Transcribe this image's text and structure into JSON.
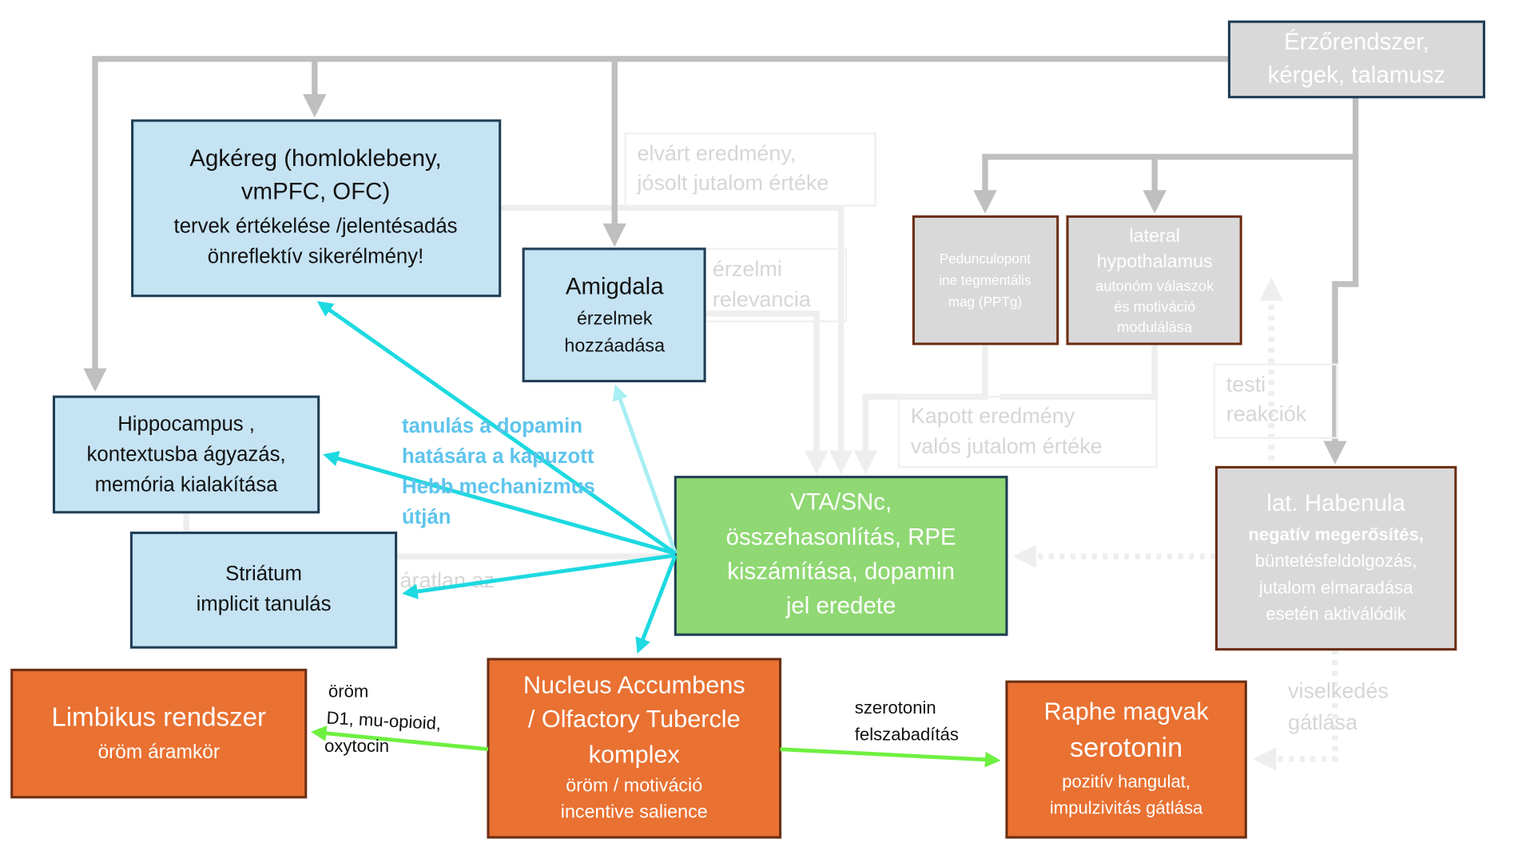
{
  "colors": {
    "cortex_box": "#c5e3f3",
    "vta_box": "#8fd873",
    "orange_box": "#e97132",
    "gray_box": "#d9d9d9",
    "cyan_arrow": "#1dd9e0",
    "green_arrow": "#6ef040",
    "gray_arrow": "#bfbfbf",
    "learning_label": "#5ec4ec"
  },
  "nodes": {
    "sensory": [
      "Érzőrendszer,",
      "kérgek, talamusz"
    ],
    "cortex": [
      "Agkéreg (homloklebeny,",
      "vmPFC, OFC)",
      "tervek értékelése /jelentésadás",
      "önreflektív sikerélmény!"
    ],
    "amygdala": [
      "Amigdala",
      "érzelmek",
      "hozzáadása"
    ],
    "hippocampus": [
      "Hippocampus ,",
      "kontextusba ágyazás,",
      "memória kialakítása"
    ],
    "striatum": [
      "Striátum",
      "implicit tanulás"
    ],
    "vta": [
      "VTA/SNc,",
      "összehasonlítás, RPE",
      "kiszámítása, dopamin",
      "jel eredete"
    ],
    "pptg": [
      "Pedunculopont",
      "ine tegmentális",
      "mag (PPTg)"
    ],
    "hypothalamus": [
      "lateral",
      "hypothalamus",
      "autonóm válaszok",
      "és motiváció",
      "modulálása"
    ],
    "habenula": [
      "lat. Habenula",
      "negatív megerősítés,",
      "büntetésfeldolgozás,",
      "jutalom elmaradása",
      "esetén aktiválódik"
    ],
    "limbic": [
      "Limbikus rendszer",
      "öröm áramkör"
    ],
    "nacc": [
      "Nucleus Accumbens",
      "/ Olfactory Tubercle",
      "komplex",
      "öröm / motiváció",
      "incentive salience"
    ],
    "raphe": [
      "Raphe magvak",
      "serotonin",
      "pozitív hangulat,",
      "impulzivitás gátlása"
    ]
  },
  "faint_labels": {
    "expected": [
      "elvárt eredmény,",
      "jósolt jutalom értéke"
    ],
    "emotional": [
      "érzelmi",
      "relevancia"
    ],
    "received": [
      "Kapott eredmény",
      "valós jutalom értéke"
    ],
    "bodily": [
      "testi",
      "reakciók"
    ],
    "behavior": [
      "viselkedés",
      "gátlása"
    ],
    "unexpected": "áratlan az"
  },
  "edge_labels": {
    "learning": [
      "tanulás a dopamin",
      "hatására a kapuzott",
      "Hebb mechanizmus",
      "útján"
    ],
    "pleasure": [
      "öröm",
      "D1,  mu-opioid,",
      "oxytocin"
    ],
    "serotonin": [
      "szerotonin",
      "felszabadítás"
    ]
  }
}
